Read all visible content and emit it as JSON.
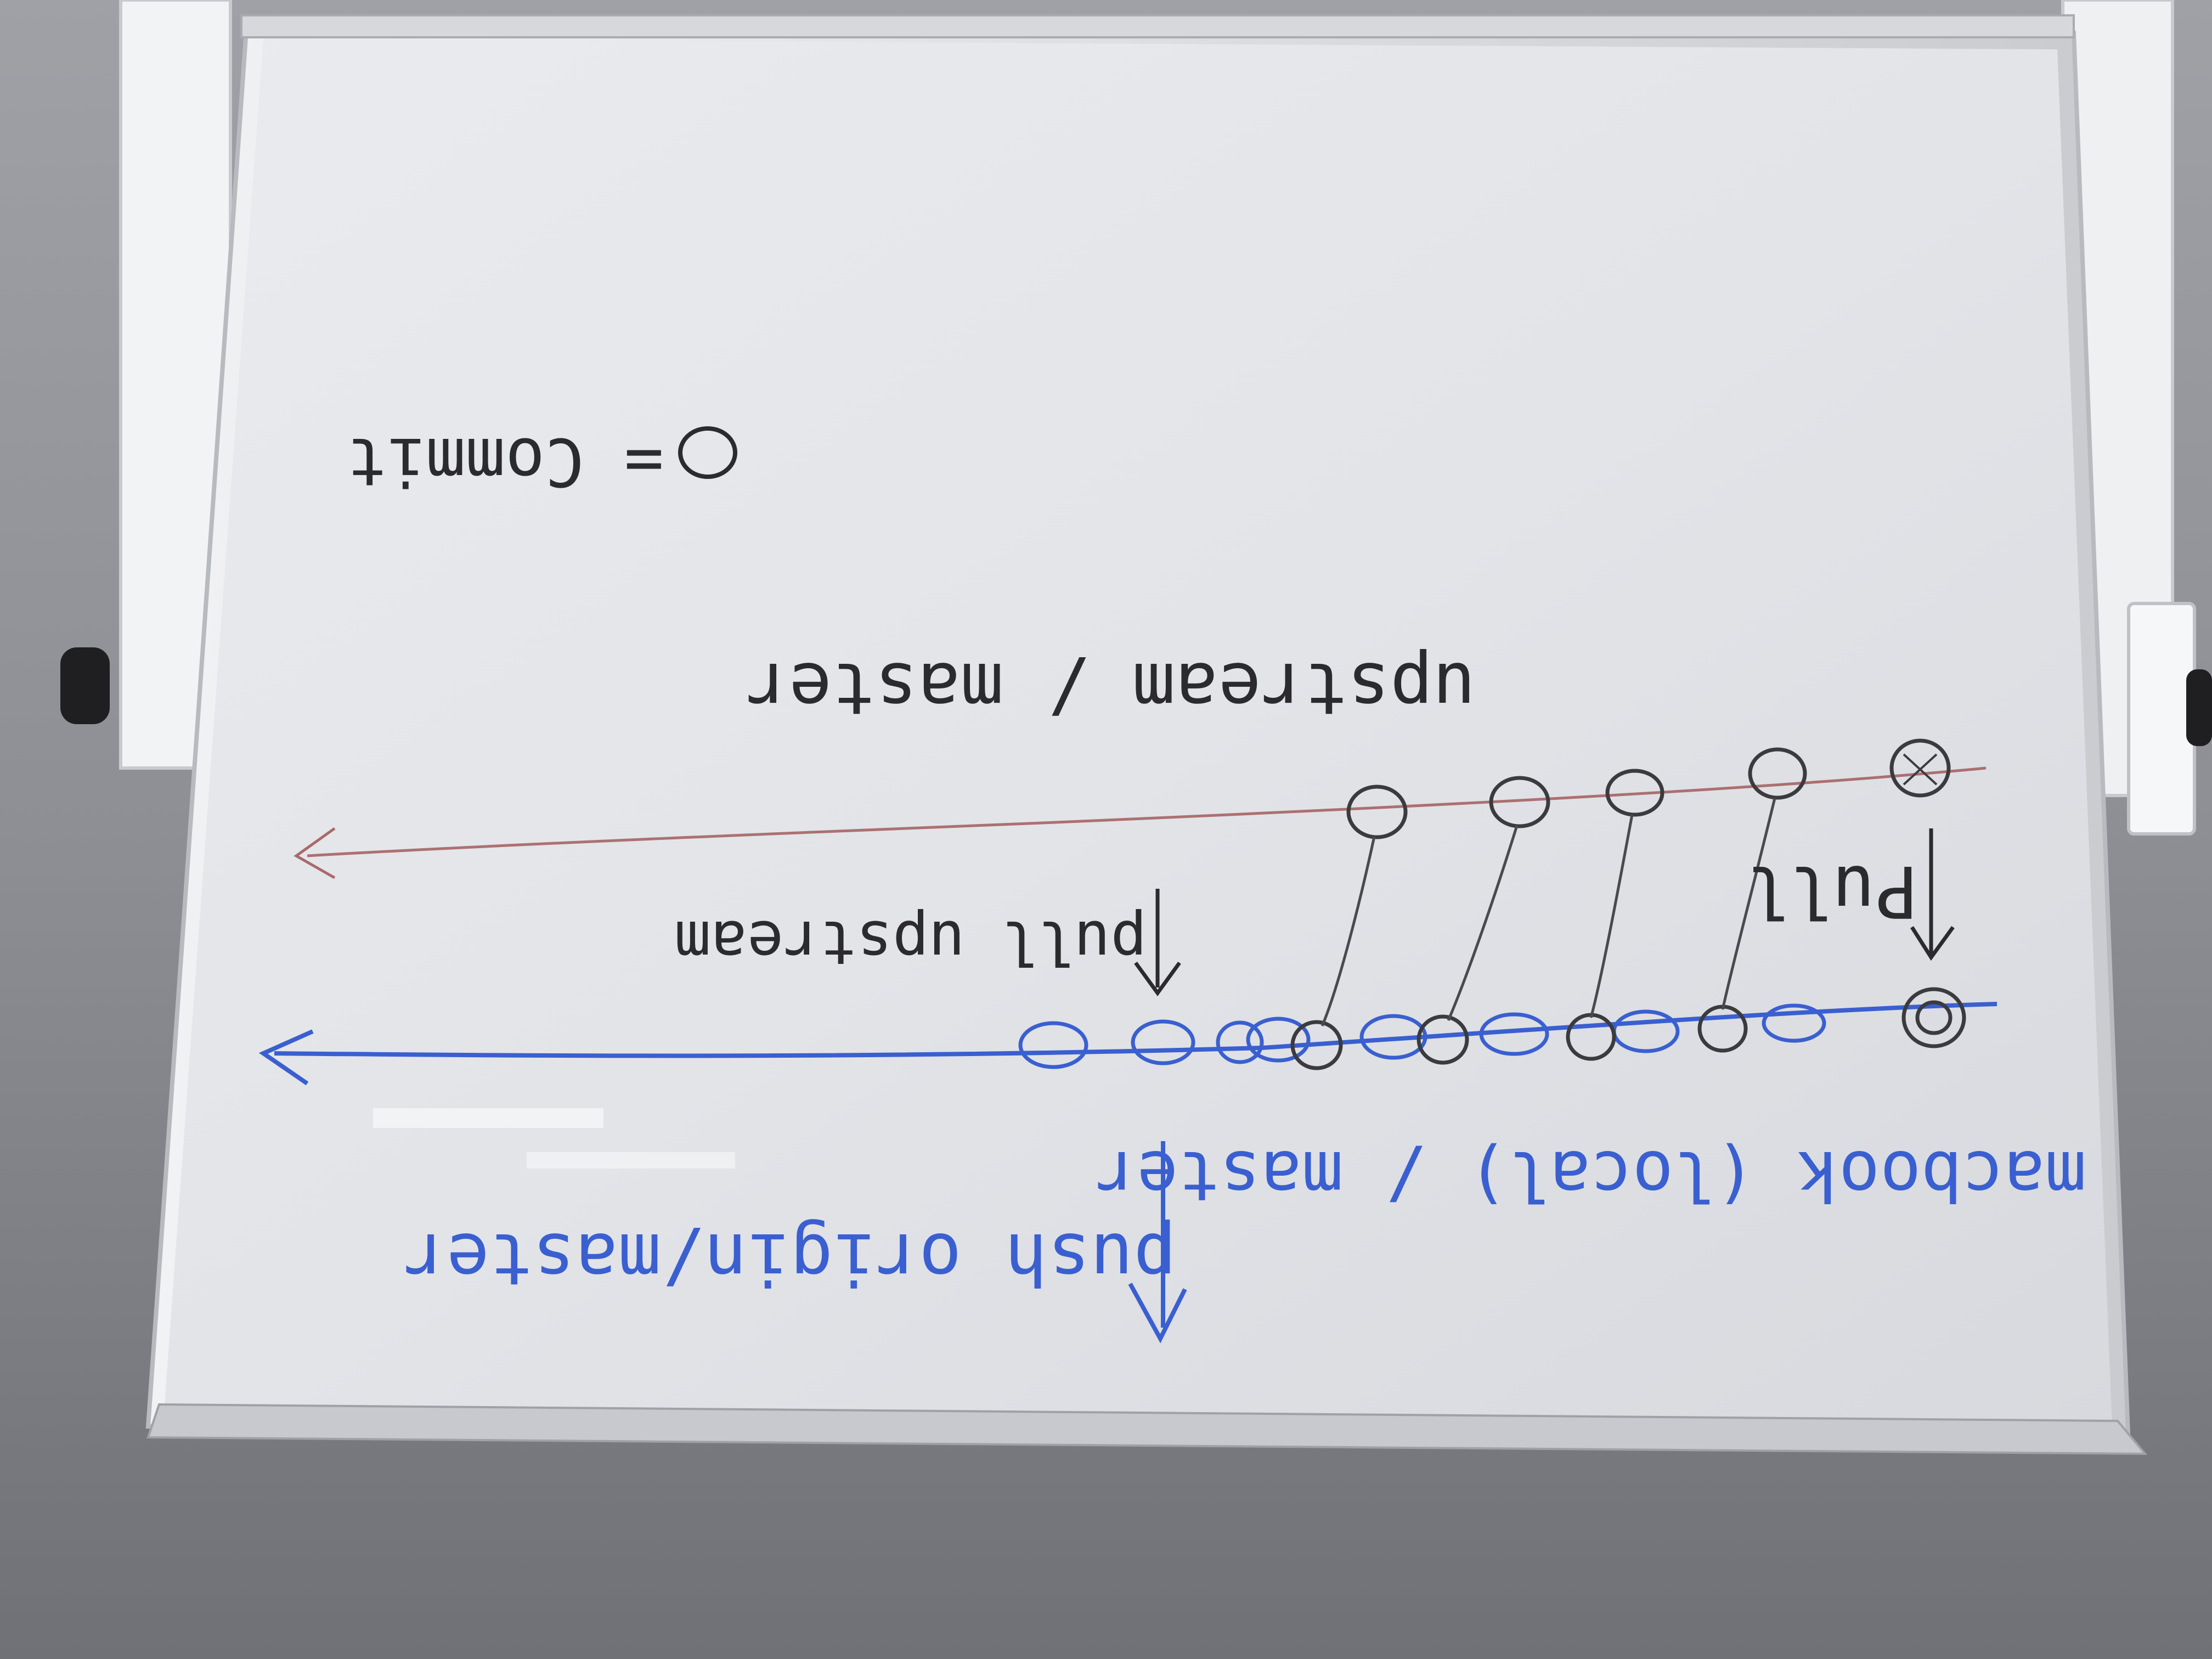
{
  "whiteboard": {
    "legend": {
      "symbol": "O",
      "text": "= Commit"
    },
    "upstream_label": "upstream / master",
    "pull_label": "Pull",
    "pull_upstream_label": "pull upstream",
    "local_label": "macbook (local) / master",
    "push_label": "push origin/master",
    "colors": {
      "marker_black": "#2b2b2e",
      "marker_blue": "#3a5fd0",
      "marker_red": "#9a4a4a",
      "board": "#e4e6ea"
    },
    "icons": [
      "arrow-left-icon",
      "arrow-down-icon",
      "commit-circle-icon"
    ]
  }
}
